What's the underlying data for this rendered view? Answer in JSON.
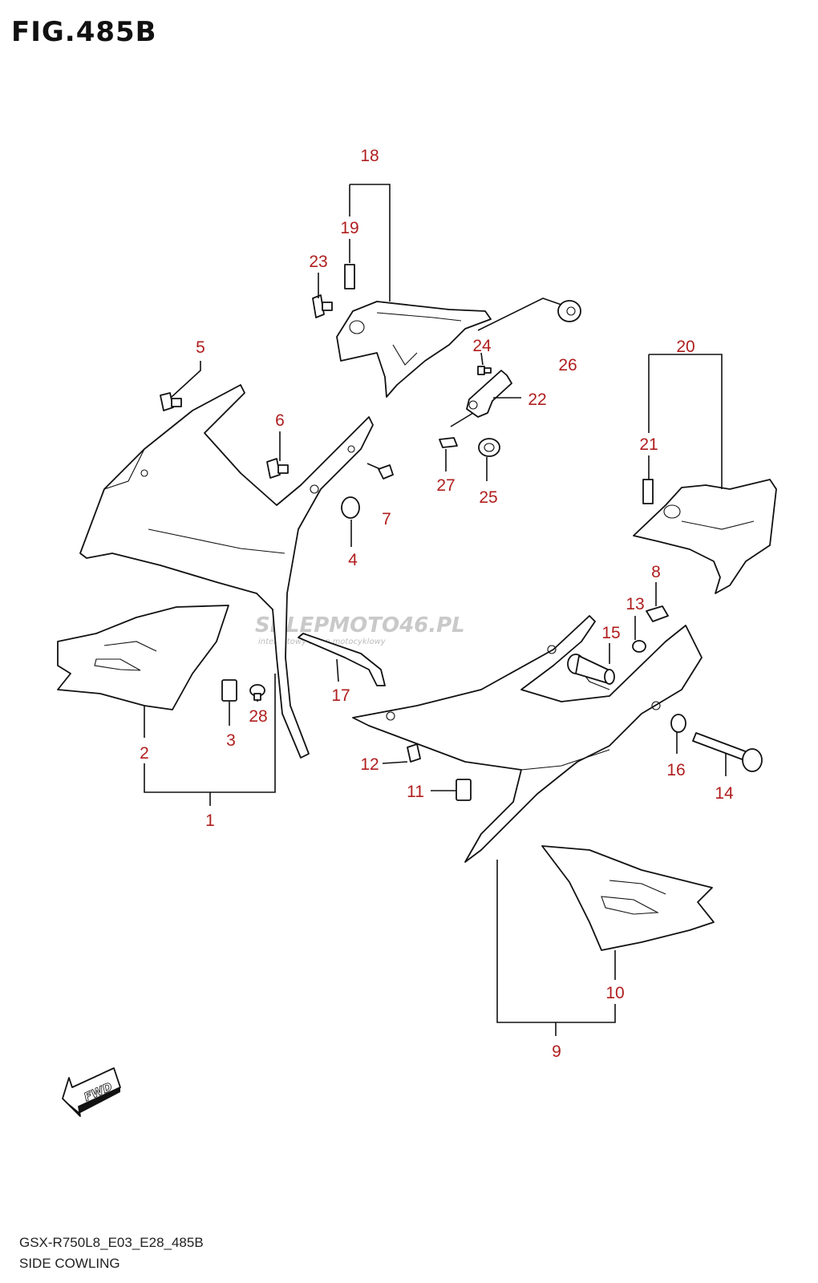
{
  "figure": {
    "title": "FIG.485B"
  },
  "footer": {
    "model_code": "GSX-R750L8_E03_E28_485B",
    "section_name": "SIDE COWLING"
  },
  "watermark": {
    "brand": "SKLEPMOTO46.PL",
    "tagline": "internetowy sklep motocyklowy"
  },
  "fwd_label": "FWD",
  "colors": {
    "callout": "#b01e1e",
    "line": "#111111",
    "watermark": "#c9c9c9"
  },
  "callouts": [
    "1",
    "2",
    "3",
    "4",
    "5",
    "6",
    "7",
    "8",
    "9",
    "10",
    "11",
    "12",
    "13",
    "14",
    "15",
    "16",
    "17",
    "18",
    "19",
    "20",
    "21",
    "22",
    "23",
    "24",
    "25",
    "26",
    "27",
    "28"
  ]
}
